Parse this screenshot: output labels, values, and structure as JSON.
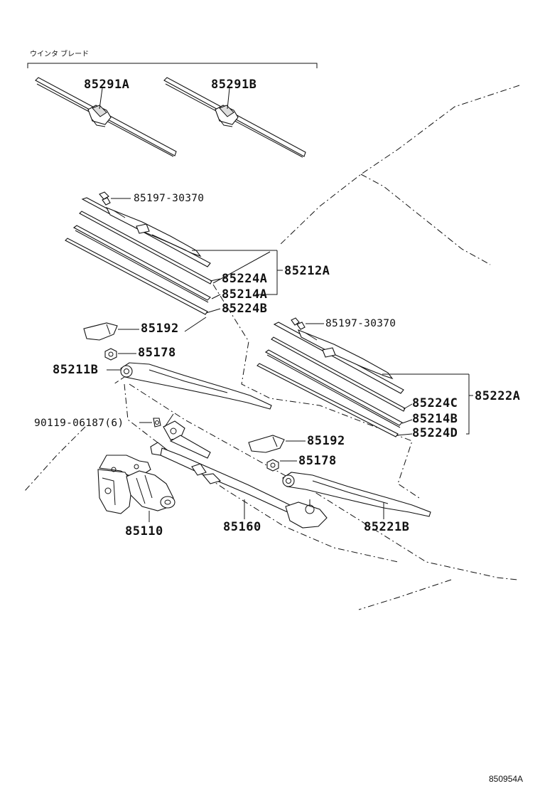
{
  "diagram": {
    "header_note": "ウインタ ブレード",
    "reference_code": "850954A",
    "labels": {
      "blade_a": "85291A",
      "blade_b": "85291B",
      "cap_l": "85197-30370",
      "cap_r": "85197-30370",
      "insert_l_1": "85224A",
      "insert_l_2": "85214A",
      "insert_l_3": "85224B",
      "assy_l": "85212A",
      "cover_l": "85192",
      "nut_l": "85178",
      "arm_l": "85211B",
      "bolt": "90119-06187(6)",
      "motor": "85110",
      "link": "85160",
      "insert_r_1": "85224C",
      "insert_r_2": "85214B",
      "insert_r_3": "85224D",
      "assy_r": "85222A",
      "cover_r": "85192",
      "nut_r": "85178",
      "arm_r": "85221B"
    }
  }
}
